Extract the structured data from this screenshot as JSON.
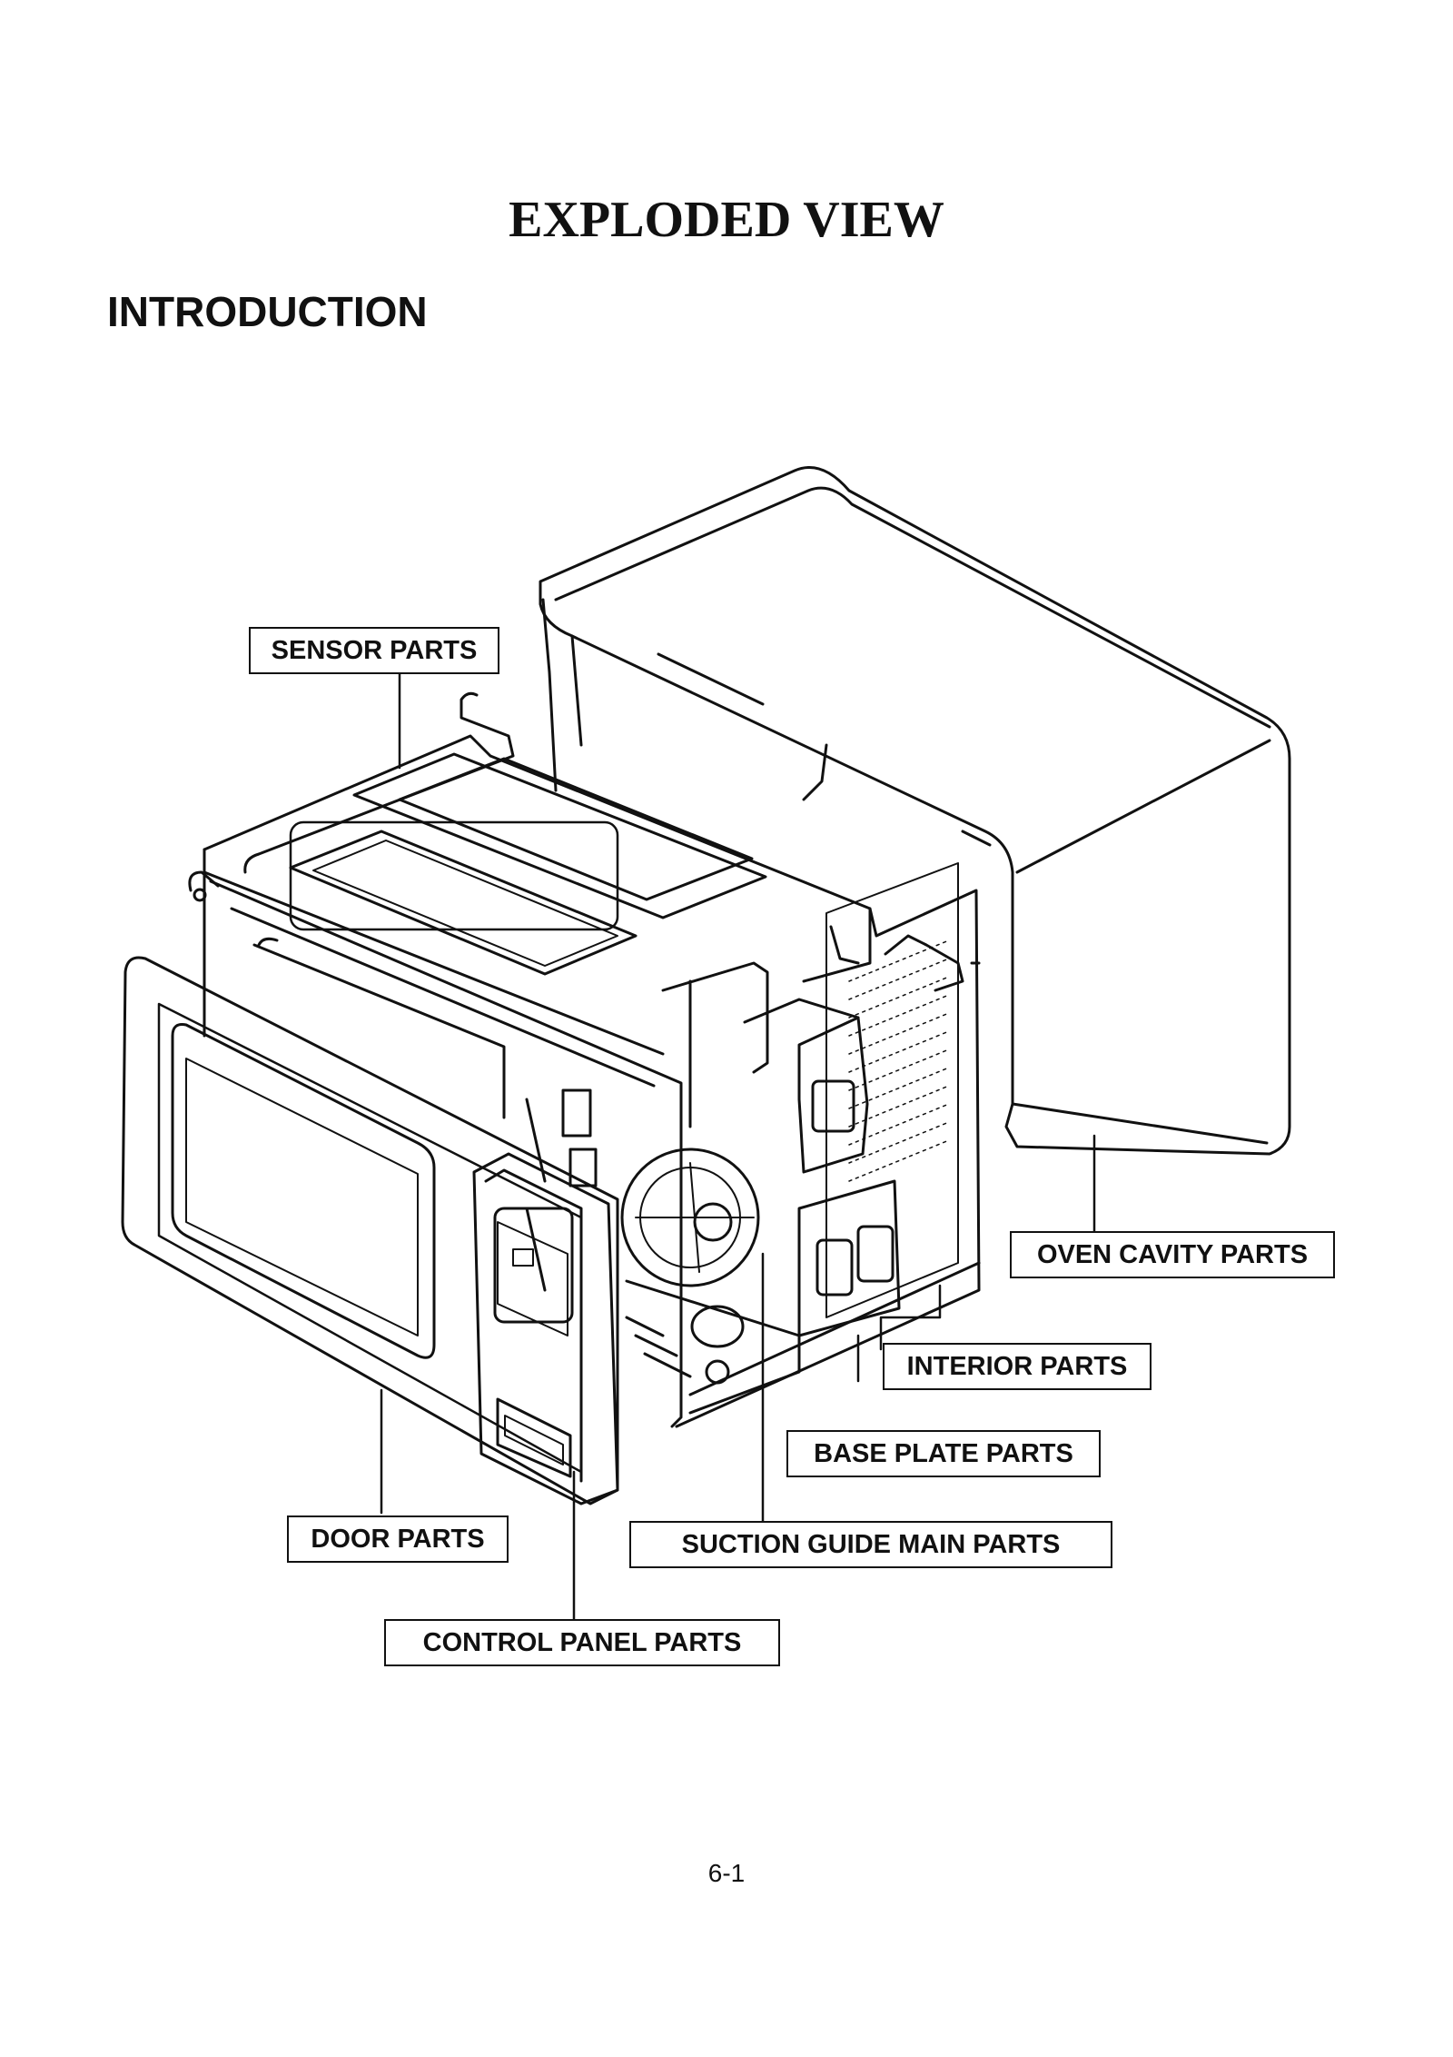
{
  "header": {
    "title": "EXPLODED VIEW",
    "section": "INTRODUCTION"
  },
  "labels": {
    "sensor": "SENSOR PARTS",
    "oven_cavity": "OVEN CAVITY PARTS",
    "interior": "INTERIOR PARTS",
    "base_plate": "BASE PLATE PARTS",
    "door": "DOOR PARTS",
    "suction_guide": "SUCTION GUIDE MAIN PARTS",
    "control_panel": "CONTROL PANEL PARTS"
  },
  "footer": {
    "page_number": "6-1"
  },
  "colors": {
    "line": "#111111",
    "background": "#ffffff"
  }
}
